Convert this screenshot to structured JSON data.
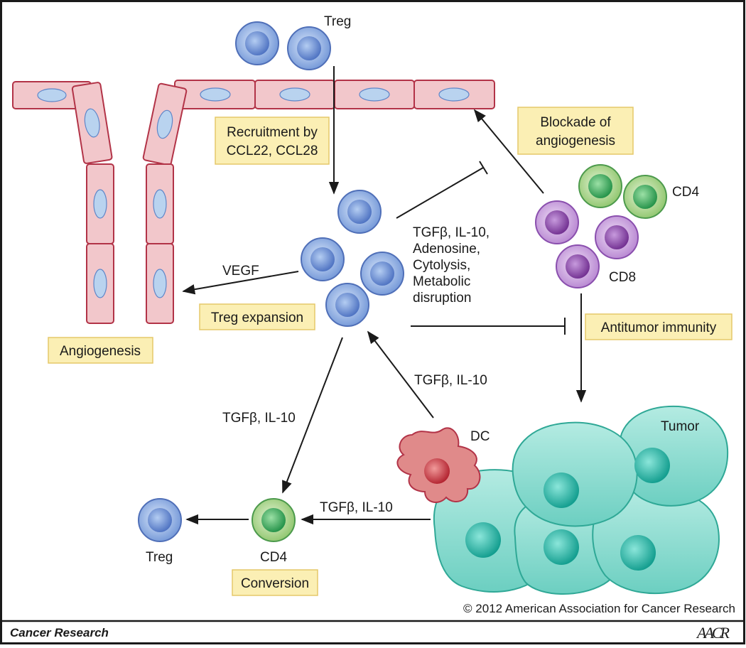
{
  "colors": {
    "vessel_fill": "#f2c7cb",
    "vessel_stroke": "#b23347",
    "nucleus_fill": "#b9d3ef",
    "treg": "#6f94d6",
    "cd4": "#5cae5c",
    "cd8": "#a064c2",
    "dc": "#d96b6b",
    "tumor": "#7fd4c8",
    "label_box": "#fbefb4",
    "label_box_stroke": "#e5c86a"
  },
  "labels": {
    "treg_top": "Treg",
    "recruitment": [
      "Recruitment by",
      "CCL22, CCL28"
    ],
    "blockade": [
      "Blockade of",
      "angiogenesis"
    ],
    "cd4_top": "CD4",
    "cd8": "CD8",
    "mediators": [
      "TGFβ, IL-10,",
      "Adenosine,",
      "Cytolysis,",
      "Metabolic",
      "disruption"
    ],
    "vegf": "VEGF",
    "treg_expansion": "Treg expansion",
    "angiogenesis": "Angiogenesis",
    "antitumor": "Antitumor immunity",
    "tgfb_dc": "TGFβ, IL-10",
    "tgfb_left": "TGFβ, IL-10",
    "dc": "DC",
    "tumor": "Tumor",
    "tgfb_bottom": "TGFβ, IL-10",
    "treg_bottom": "Treg",
    "cd4_bottom": "CD4",
    "conversion": "Conversion"
  },
  "footer": {
    "copyright": "© 2012 American Association for Cancer Research",
    "journal": "Cancer Research",
    "logo": "AACR"
  }
}
